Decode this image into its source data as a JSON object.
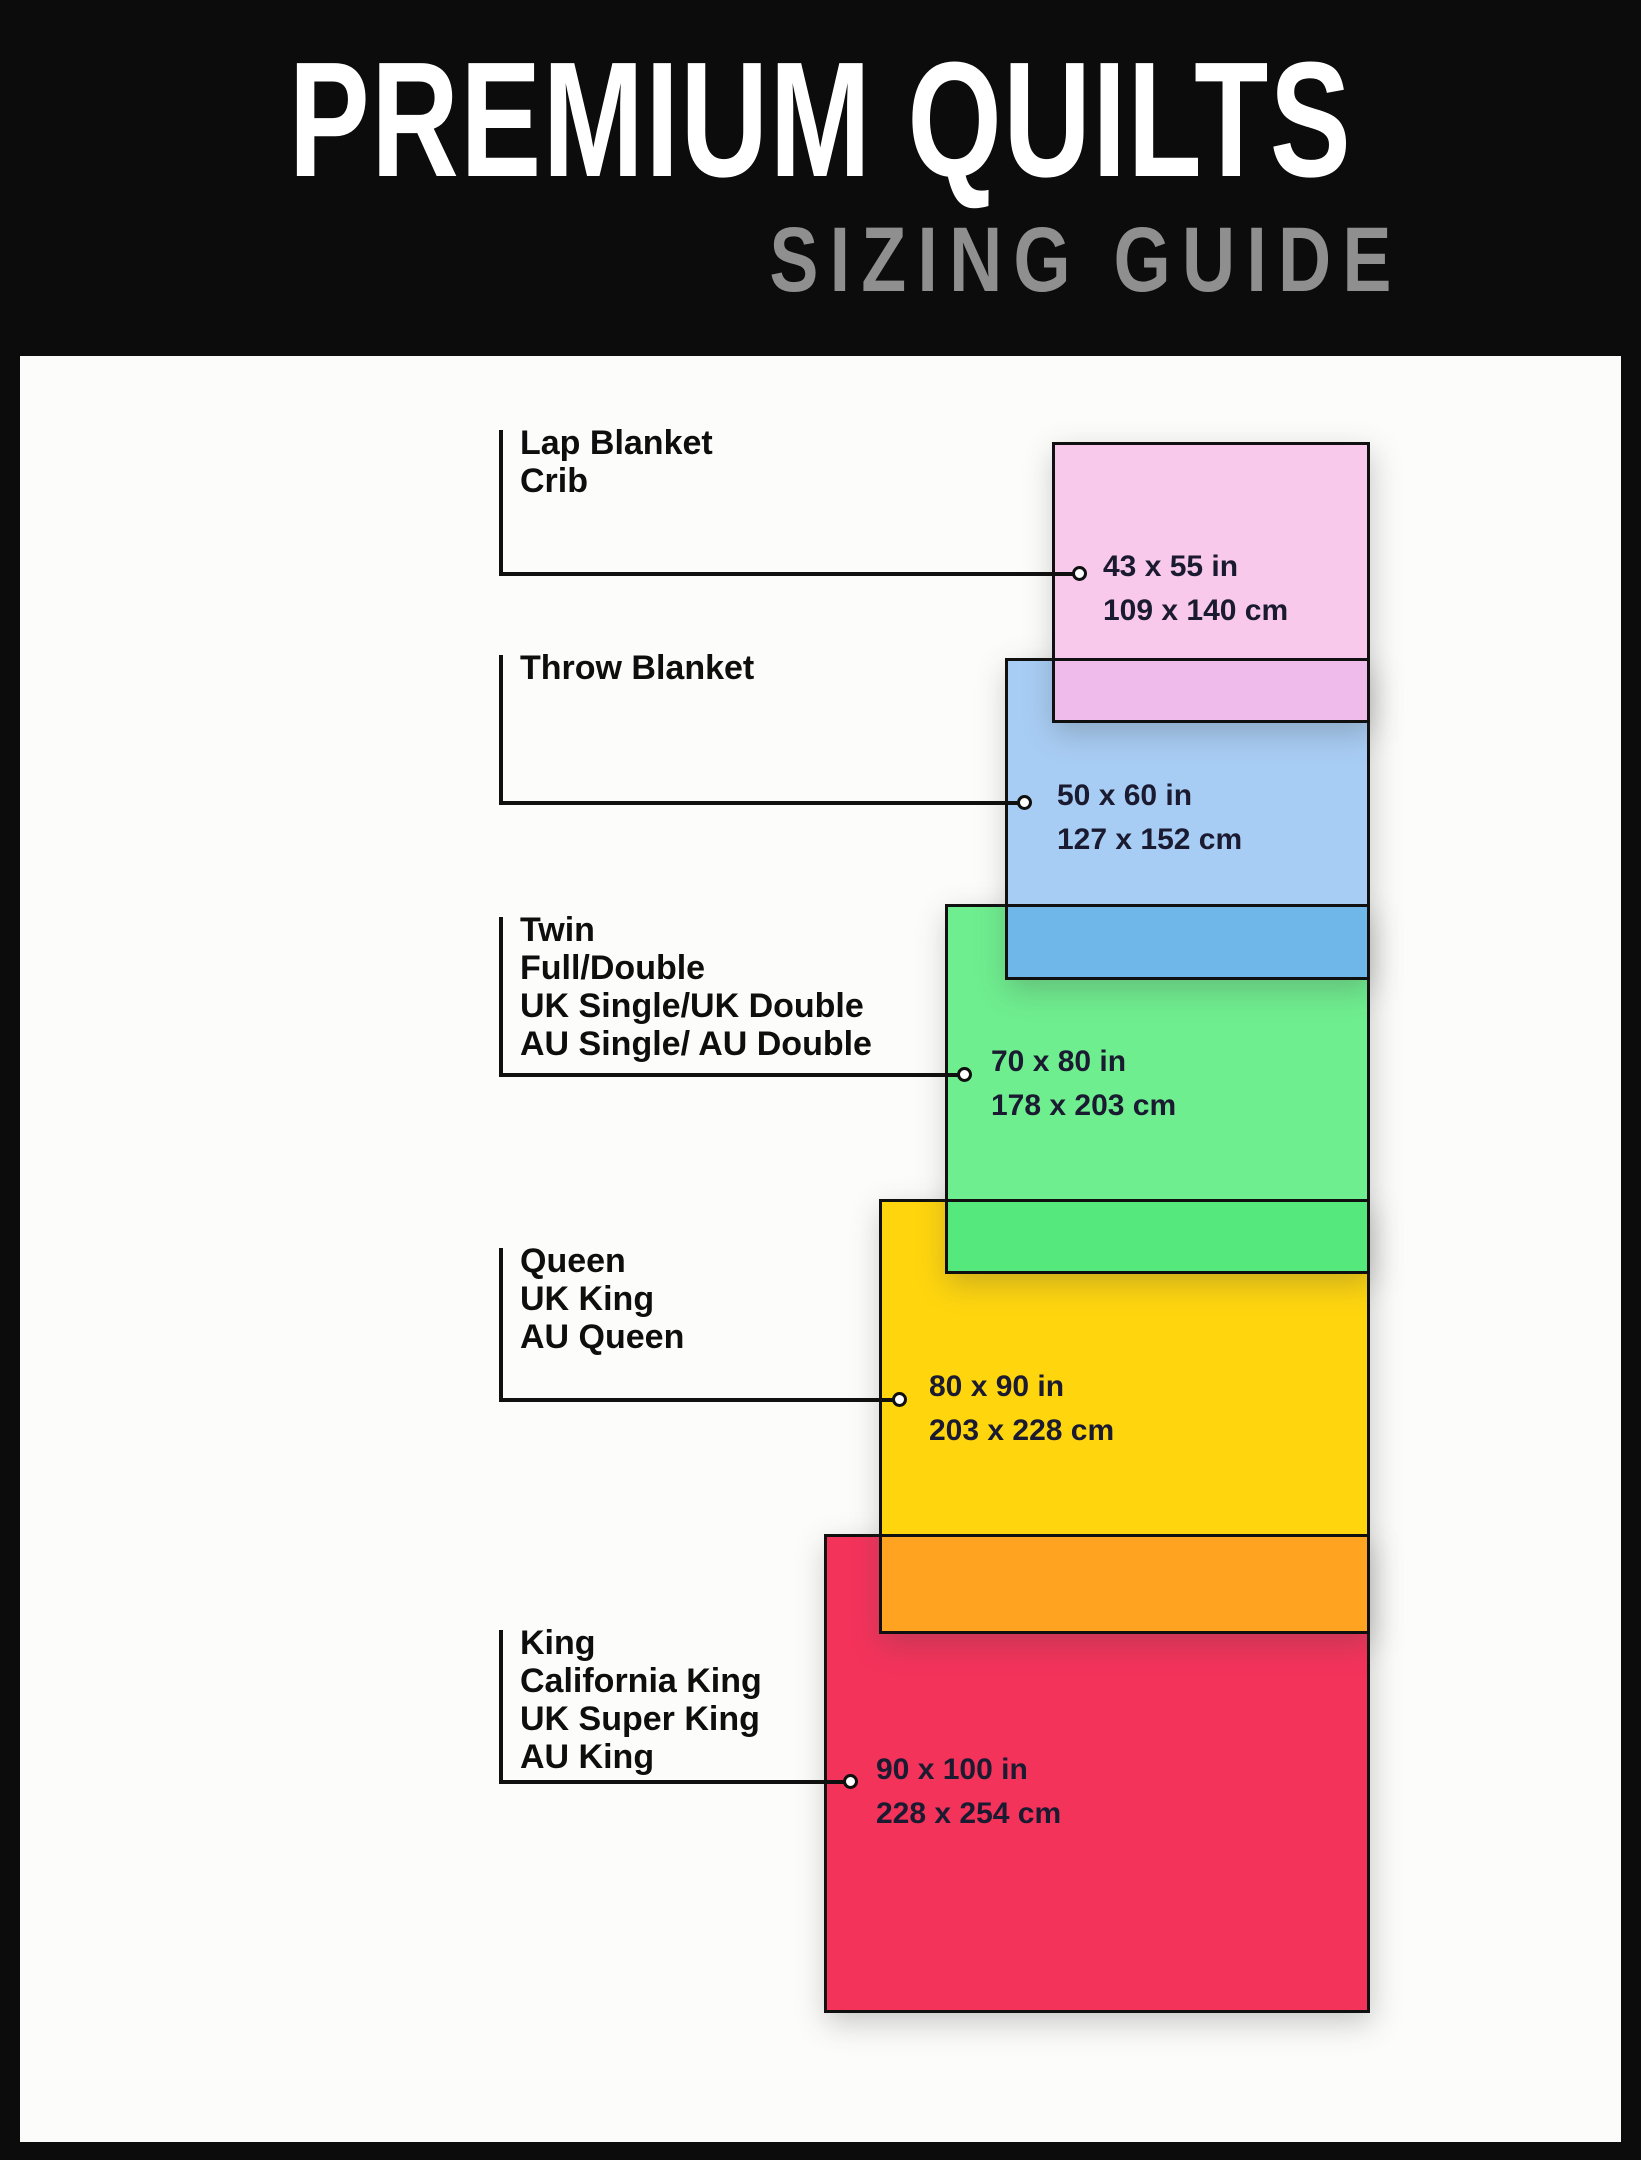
{
  "header": {
    "title": "PREMIUM QUILTS",
    "subtitle": "SIZING GUIDE"
  },
  "colors": {
    "background": "#0c0c0c",
    "panel": "#fcfcfa",
    "title": "#ffffff",
    "subtitle": "#8f8f8f",
    "outline": "#101010",
    "dimension_text": "#1a1a30"
  },
  "groups": [
    {
      "labels": [
        "Lap Blanket",
        "Crib"
      ],
      "size_in": "43 x 55 in",
      "size_cm": "109 x 140 cm",
      "color": "#f9c9ec",
      "overlap_color": "#eebbea"
    },
    {
      "labels": [
        "Throw Blanket"
      ],
      "size_in": "50 x 60 in",
      "size_cm": "127 x 152 cm",
      "color": "#a8cdf4",
      "overlap_color": "#70b7e9"
    },
    {
      "labels": [
        "Twin",
        "Full/Double",
        "UK Single/UK Double",
        "AU Single/ AU Double"
      ],
      "size_in": "70 x 80 in",
      "size_cm": "178 x 203 cm",
      "color": "#6fee8f",
      "overlap_color": "#55e87d"
    },
    {
      "labels": [
        "Queen",
        "UK King",
        "AU Queen"
      ],
      "size_in": "80 x 90 in",
      "size_cm": "203 x 228 cm",
      "color": "#ffd60e",
      "overlap_color": "#ffa320"
    },
    {
      "labels": [
        "King",
        "California King",
        "UK Super King",
        "AU King"
      ],
      "size_in": "90 x 100 in",
      "size_cm": "228 x 254 cm",
      "color": "#f4335b"
    }
  ]
}
